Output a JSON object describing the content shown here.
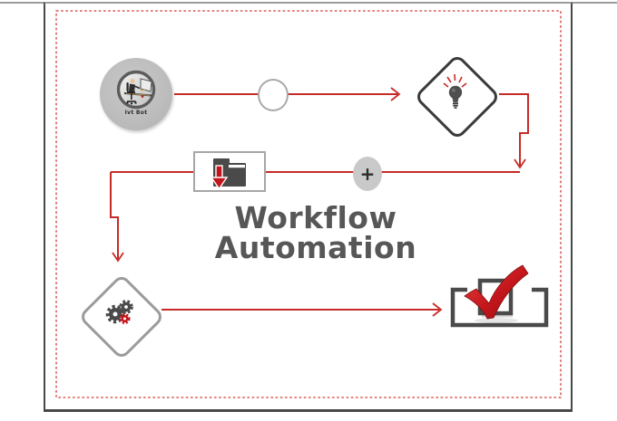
{
  "title": {
    "line1": "Workflow",
    "line2": "Automation"
  },
  "nodes": {
    "person": {
      "caption": "Ivt Bot",
      "icon": "person-at-desk-icon"
    },
    "circle_step": {
      "icon": "circle-node"
    },
    "idea": {
      "icon": "lightbulb-icon"
    },
    "folder": {
      "icon": "folder-download-icon"
    },
    "plus": {
      "label": "+",
      "icon": "plus-icon"
    },
    "process": {
      "icon": "gears-icon"
    },
    "complete": {
      "icon": "checkbox-checked-icon"
    }
  },
  "colors": {
    "red": "#c62b28",
    "dotted-red": "#d95b56",
    "dark-gray": "#3a3a3a",
    "mid-gray": "#9b9b9b",
    "icon-gray": "#4a4a4a",
    "node-gray": "#c9c9c9",
    "title-gray": "#575757",
    "check-red": "#c3161c"
  }
}
